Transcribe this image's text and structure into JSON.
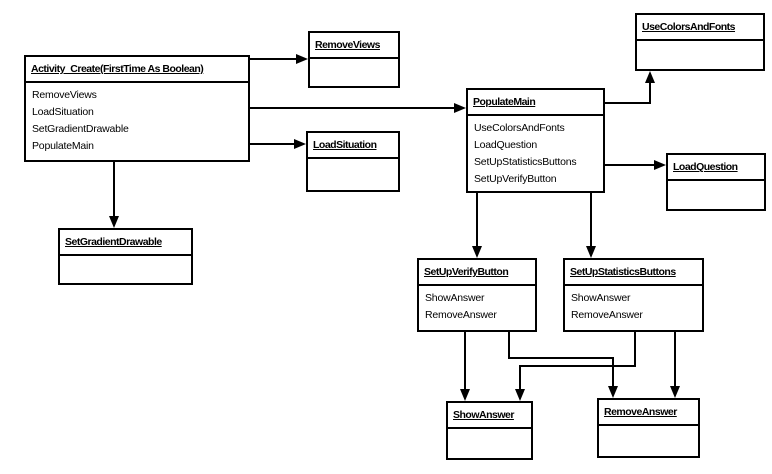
{
  "diagram": {
    "type": "call-graph",
    "colors": {
      "line": "#000000",
      "background": "#ffffff",
      "box_fill": "#ffffff",
      "text": "#000000"
    },
    "boxes": [
      {
        "id": "activity-create",
        "title": "Activity_Create(FirstTime As Boolean)",
        "methods": [
          "RemoveViews",
          "LoadSituation",
          "SetGradientDrawable",
          "PopulateMain"
        ]
      },
      {
        "id": "remove-views",
        "title": "RemoveViews",
        "methods": []
      },
      {
        "id": "load-situation",
        "title": "LoadSituation",
        "methods": []
      },
      {
        "id": "populate-main",
        "title": "PopulateMain",
        "methods": [
          "UseColorsAndFonts",
          "LoadQuestion",
          "SetUpStatisticsButtons",
          "SetUpVerifyButton"
        ]
      },
      {
        "id": "use-colors-and-fonts",
        "title": "UseColorsAndFonts",
        "methods": []
      },
      {
        "id": "load-question",
        "title": "LoadQuestion",
        "methods": []
      },
      {
        "id": "set-gradient-drawable",
        "title": "SetGradientDrawable",
        "methods": []
      },
      {
        "id": "set-up-verify-button",
        "title": "SetUpVerifyButton",
        "methods": [
          "ShowAnswer",
          "RemoveAnswer"
        ]
      },
      {
        "id": "set-up-statistics-buttons",
        "title": "SetUpStatisticsButtons",
        "methods": [
          "ShowAnswer",
          "RemoveAnswer"
        ]
      },
      {
        "id": "show-answer",
        "title": "ShowAnswer",
        "methods": []
      },
      {
        "id": "remove-answer",
        "title": "RemoveAnswer",
        "methods": []
      }
    ],
    "edges": [
      {
        "from": "Activity_Create",
        "to": "RemoveViews"
      },
      {
        "from": "Activity_Create",
        "to": "PopulateMain"
      },
      {
        "from": "Activity_Create",
        "to": "LoadSituation"
      },
      {
        "from": "Activity_Create",
        "to": "SetGradientDrawable"
      },
      {
        "from": "PopulateMain",
        "to": "UseColorsAndFonts"
      },
      {
        "from": "PopulateMain",
        "to": "LoadQuestion"
      },
      {
        "from": "PopulateMain",
        "to": "SetUpVerifyButton"
      },
      {
        "from": "PopulateMain",
        "to": "SetUpStatisticsButtons"
      },
      {
        "from": "SetUpVerifyButton",
        "to": "ShowAnswer"
      },
      {
        "from": "SetUpVerifyButton",
        "to": "RemoveAnswer"
      },
      {
        "from": "SetUpStatisticsButtons",
        "to": "ShowAnswer"
      },
      {
        "from": "SetUpStatisticsButtons",
        "to": "RemoveAnswer"
      }
    ]
  }
}
